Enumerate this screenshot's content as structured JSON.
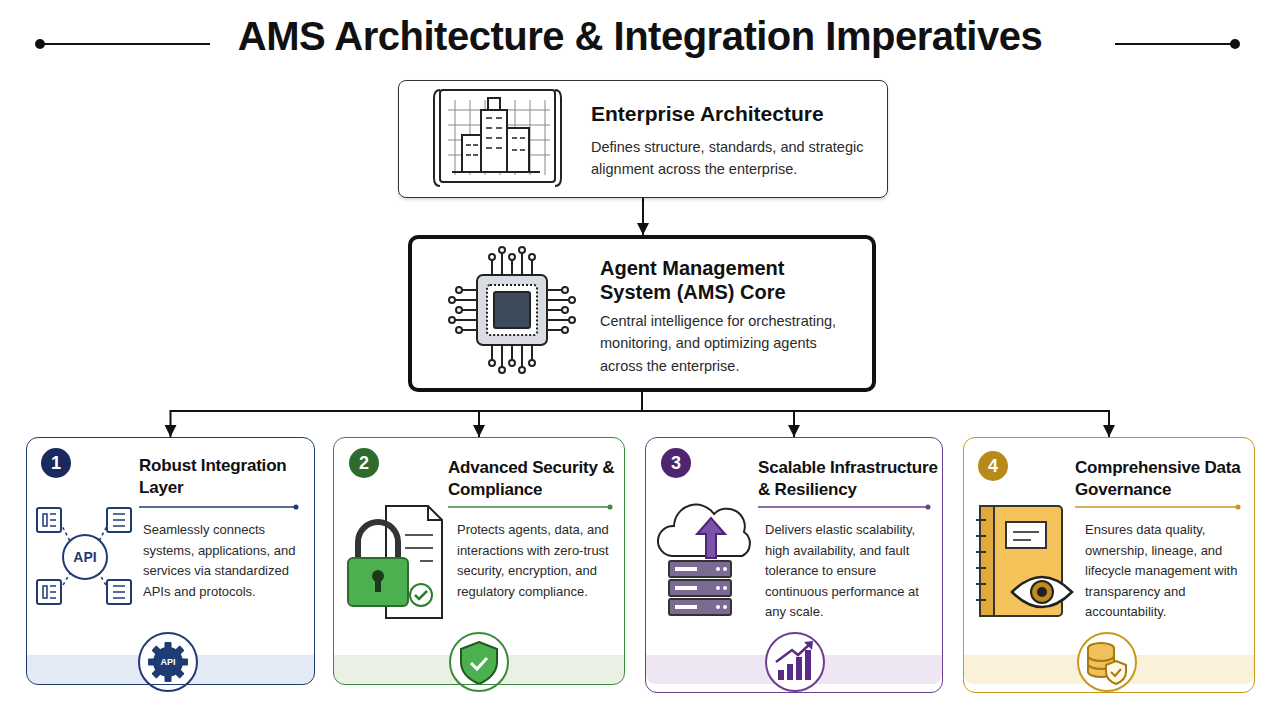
{
  "diagram": {
    "title": "AMS Architecture & Integration Imperatives",
    "nodes": [
      {
        "text": [
          "Enterprise Architecture",
          "Defines structure, standards, and strategic alignment across the enterprise."
        ]
      },
      {
        "text": [
          "Agent Management System (AMS) Core",
          "Central intelligence for orchestrating, monitoring, and optimizing agents across the enterprise."
        ]
      },
      {
        "text": [
          "Robust Integration Layer",
          "Seamlessly connects systems, applications, and services via standardized APIs and protocols."
        ]
      },
      {
        "text": [
          "Advanced Security & Compliance",
          "Protects agents, data, and interactions with zero-trust security, encryption, and regulatory compliance."
        ]
      },
      {
        "text": [
          "Scalable Infrastructure & Resiliency",
          "Delivers elastic scalability, high availability, and fault tolerance to ensure continuous performance at any scale."
        ]
      },
      {
        "text": [
          "Comprehensive Data Governance",
          "Ensures data quality, ownership, lineage, and lifecycle management with transparency and accountability."
        ]
      }
    ],
    "edges": [
      {
        "from": 0,
        "to": 1,
        "arrow": "to"
      },
      {
        "from": 1,
        "to": 2,
        "arrow": "to"
      },
      {
        "from": 1,
        "to": 3,
        "arrow": "to"
      },
      {
        "from": 1,
        "to": 4,
        "arrow": "to"
      },
      {
        "from": 1,
        "to": 5,
        "arrow": "to"
      }
    ],
    "labels": [
      "1",
      "API",
      "API",
      "2",
      "3",
      "4"
    ]
  }
}
